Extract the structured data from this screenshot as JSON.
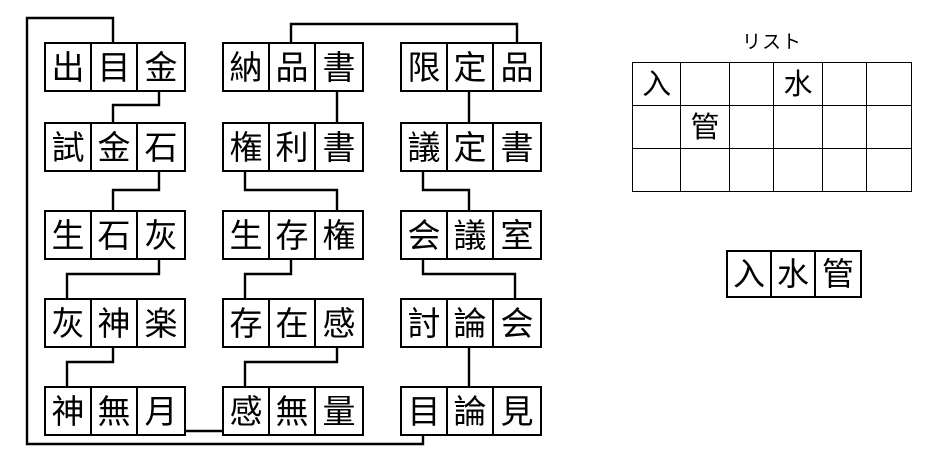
{
  "puzzle": {
    "title_label": "リスト",
    "columns": [
      {
        "name": "column-1",
        "words": [
          {
            "id": "w1-1",
            "chars": [
              "出",
              "目",
              "金"
            ]
          },
          {
            "id": "w1-2",
            "chars": [
              "試",
              "金",
              "石"
            ]
          },
          {
            "id": "w1-3",
            "chars": [
              "生",
              "石",
              "灰"
            ]
          },
          {
            "id": "w1-4",
            "chars": [
              "灰",
              "神",
              "楽"
            ]
          },
          {
            "id": "w1-5",
            "chars": [
              "神",
              "無",
              "月"
            ]
          }
        ]
      },
      {
        "name": "column-2",
        "words": [
          {
            "id": "w2-1",
            "chars": [
              "納",
              "品",
              "書"
            ]
          },
          {
            "id": "w2-2",
            "chars": [
              "権",
              "利",
              "書"
            ]
          },
          {
            "id": "w2-3",
            "chars": [
              "生",
              "存",
              "権"
            ]
          },
          {
            "id": "w2-4",
            "chars": [
              "存",
              "在",
              "感"
            ]
          },
          {
            "id": "w2-5",
            "chars": [
              "感",
              "無",
              "量"
            ]
          }
        ]
      },
      {
        "name": "column-3",
        "words": [
          {
            "id": "w3-1",
            "chars": [
              "限",
              "定",
              "品"
            ]
          },
          {
            "id": "w3-2",
            "chars": [
              "議",
              "定",
              "書"
            ]
          },
          {
            "id": "w3-3",
            "chars": [
              "会",
              "議",
              "室"
            ]
          },
          {
            "id": "w3-4",
            "chars": [
              "討",
              "論",
              "会"
            ]
          },
          {
            "id": "w3-5",
            "chars": [
              "目",
              "論",
              "見"
            ]
          }
        ]
      }
    ]
  },
  "list": {
    "title": "リスト",
    "rows": [
      [
        "入",
        "",
        "",
        "水",
        "",
        ""
      ],
      [
        "",
        "管",
        "",
        "",
        "",
        ""
      ],
      [
        "",
        "",
        "",
        "",
        "",
        ""
      ]
    ]
  },
  "answer": {
    "chars": [
      "入",
      "水",
      "管"
    ]
  },
  "colors": {
    "line": "#000000",
    "background": "#ffffff",
    "border": "#000000"
  }
}
